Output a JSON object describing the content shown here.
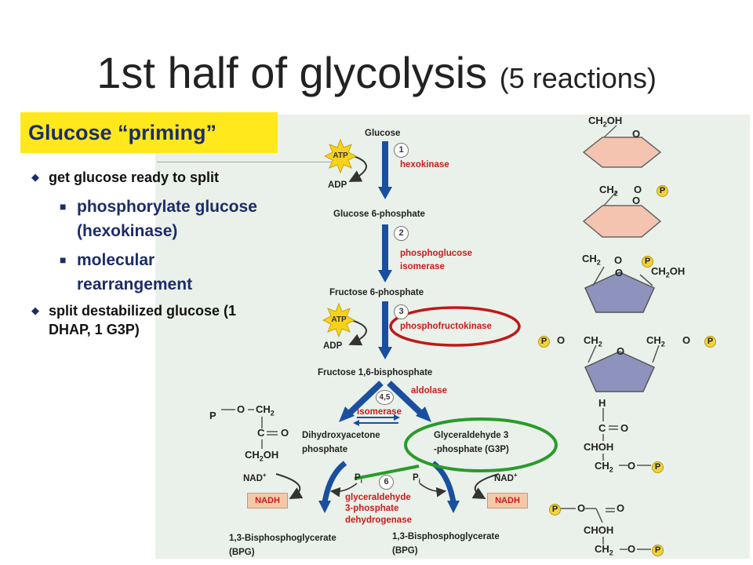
{
  "title": {
    "main": "1st half of glycolysis",
    "sub": "(5 reactions)"
  },
  "banner": {
    "text": "Glucose “priming”"
  },
  "bullets": {
    "b1": "get glucose ready to split",
    "s1": "phosphorylate glucose (hexokinase)",
    "s2": "molecular rearrangement",
    "b2": "split destabilized glucose (1 DHAP, 1 G3P)"
  },
  "pathway": {
    "glucose": "Glucose",
    "g6p": "Glucose 6-phosphate",
    "f6p": "Fructose 6-phosphate",
    "f16bp": "Fructose 1,6-bisphosphate",
    "dhap_1": "Dihydroxyacetone",
    "dhap_2": "phosphate",
    "g3p_1": "Glyceraldehyde 3",
    "g3p_2": "-phosphate (G3P)",
    "bpg_left_1": "1,3-Bisphosphoglycerate",
    "bpg_left_2": "(BPG)",
    "bpg_right_1": "1,3-Bisphosphoglycerate",
    "bpg_right_2": "(BPG)",
    "atp": "ATP",
    "adp": "ADP",
    "nad": "NAD",
    "nadh": "NADH",
    "pi": "P",
    "pi_sub": "i",
    "steps": [
      "1",
      "2",
      "3",
      "4,5",
      "6"
    ]
  },
  "enzymes": {
    "e1": "hexokinase",
    "e2a": "phosphoglucose",
    "e2b": "isomerase",
    "e3": "phosphofructokinase",
    "e4": "aldolase",
    "e5": "isomerase",
    "e6a": "glyceraldehyde",
    "e6b": "3-phosphate",
    "e6c": "dehydrogenase"
  },
  "chem": {
    "ch2oh": "CH",
    "ch2": "CH",
    "sub2": "2",
    "oh": "OH",
    "o": "O",
    "p": "P",
    "c": "C",
    "h": "H",
    "choh": "CHOH"
  },
  "colors": {
    "accent_banner": "#ffe81c",
    "text_blue": "#1c2c6a",
    "enzyme_red": "#cc1a1a",
    "arrow_blue": "#1a4fa0",
    "ring_red": "#c0181a",
    "ring_green": "#2a9a2a",
    "hexose_ring": "#f4c4b0",
    "furanose_ring": "#8d93bd",
    "atp_star": "#f6d21c"
  }
}
